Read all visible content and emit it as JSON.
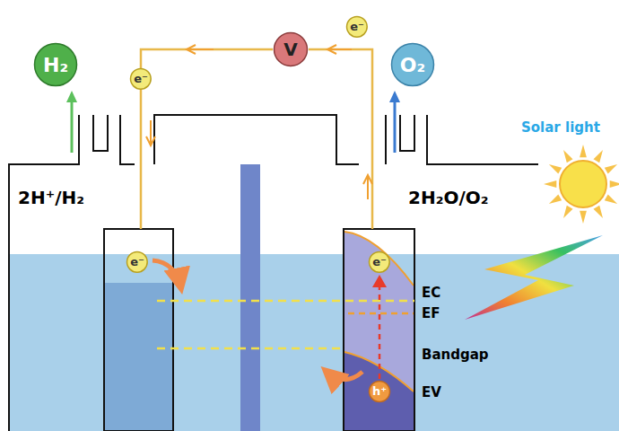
{
  "diagram": {
    "nodes": [
      {
        "text": [
          "H₂"
        ]
      },
      {
        "text": [
          "e⁻"
        ]
      },
      {
        "text": [
          "V"
        ]
      },
      {
        "text": [
          "O₂"
        ]
      },
      {
        "text": [
          "e⁻"
        ]
      },
      {
        "text": [
          "e⁻"
        ]
      },
      {
        "text": [
          "e⁻"
        ]
      },
      {
        "text": [
          "h⁺"
        ]
      }
    ],
    "labels": [
      "2H⁺/H₂",
      "2H₂O/O₂",
      "Solar light",
      "EC",
      "EF",
      "Bandgap",
      "EV"
    ]
  }
}
